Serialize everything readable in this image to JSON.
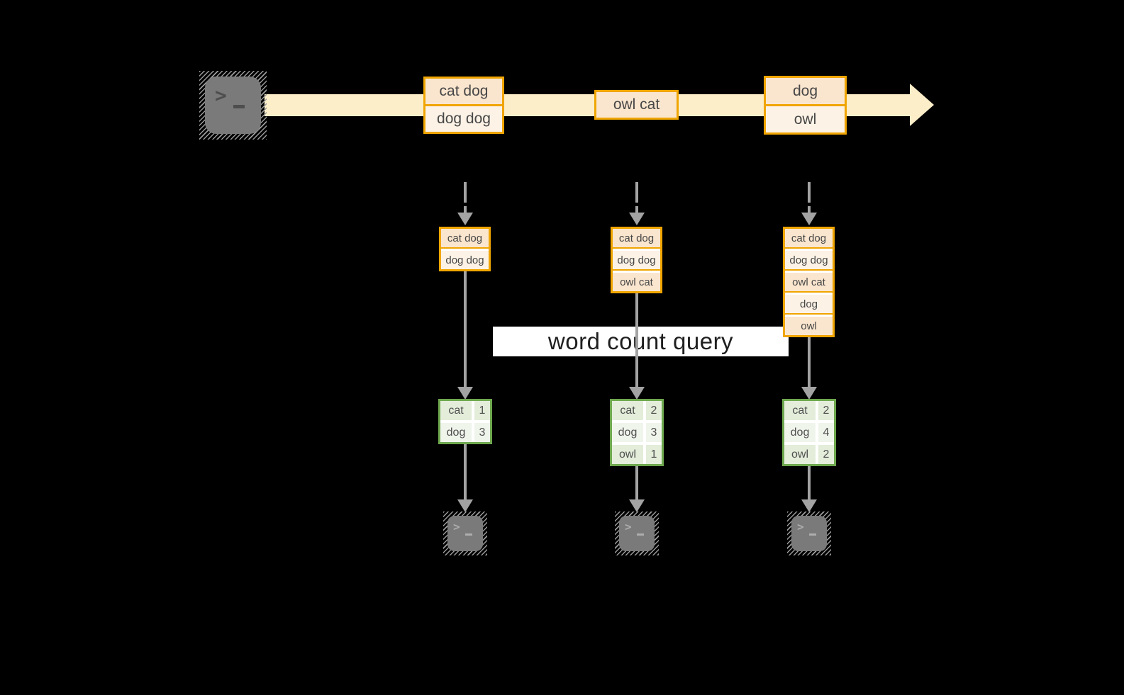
{
  "query_label": "word count query",
  "stream_batches": [
    {
      "rows": [
        "cat dog",
        "dog dog"
      ]
    },
    {
      "rows": [
        "owl cat"
      ]
    },
    {
      "rows": [
        "dog",
        "owl"
      ]
    }
  ],
  "state_stacks": [
    {
      "rows": [
        "cat dog",
        "dog dog"
      ]
    },
    {
      "rows": [
        "cat dog",
        "dog dog",
        "owl cat"
      ]
    },
    {
      "rows": [
        "cat dog",
        "dog dog",
        "owl cat",
        "dog",
        "owl"
      ]
    }
  ],
  "count_tables": [
    {
      "rows": [
        {
          "word": "cat",
          "count": "1"
        },
        {
          "word": "dog",
          "count": "3"
        }
      ]
    },
    {
      "rows": [
        {
          "word": "cat",
          "count": "2"
        },
        {
          "word": "dog",
          "count": "3"
        },
        {
          "word": "owl",
          "count": "1"
        }
      ]
    },
    {
      "rows": [
        {
          "word": "cat",
          "count": "2"
        },
        {
          "word": "dog",
          "count": "4"
        },
        {
          "word": "owl",
          "count": "2"
        }
      ]
    }
  ],
  "terminal_prompt": ">",
  "colors": {
    "stream_band": "#FBEEC9",
    "box_border_orange": "#F0A500",
    "box_fill_peach_dark": "#FAE5CE",
    "box_fill_peach_light": "#FCF2E6",
    "table_border_green": "#6EA84E",
    "table_fill_green_dark": "#E3EDDA",
    "table_fill_green_light": "#F0F5EC",
    "arrow_gray": "#A3A3A3",
    "terminal_gray": "#7A7A7A",
    "query_band_bg": "#FFFFFF",
    "query_text": "#1F1F1F"
  }
}
